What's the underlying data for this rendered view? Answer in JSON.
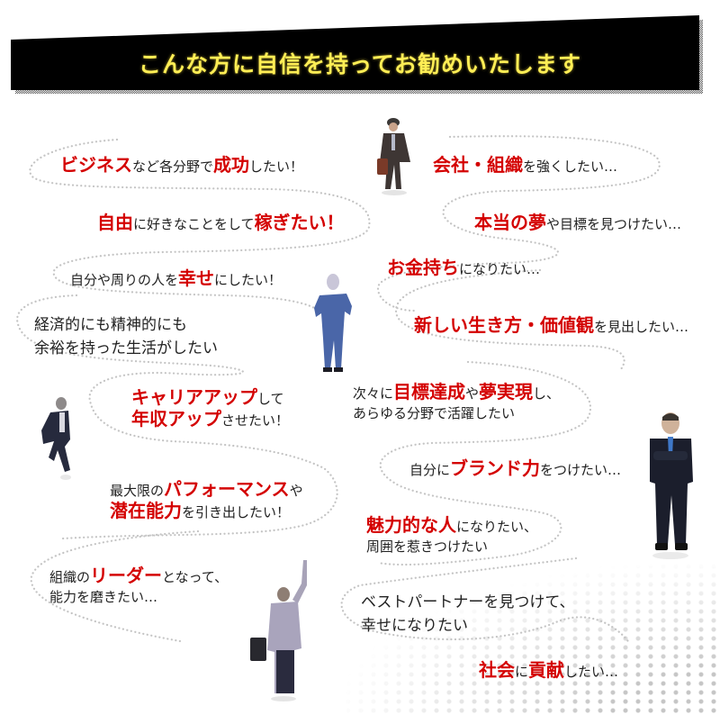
{
  "banner": {
    "title": "こんな方に自信を持ってお勧めいたします",
    "background": "#000000",
    "text_color": "#ffee55"
  },
  "accent_color": "#d40000",
  "messages": [
    {
      "id": "business",
      "parts": [
        {
          "t": "ビジネス",
          "hl": true
        },
        {
          "t": "など各分野で"
        },
        {
          "t": "成功",
          "hl": true
        },
        {
          "t": "したい！"
        }
      ]
    },
    {
      "id": "company",
      "parts": [
        {
          "t": "会社・組織",
          "hl": true
        },
        {
          "t": "を強くしたい…"
        }
      ]
    },
    {
      "id": "freedom",
      "parts": [
        {
          "t": "自由",
          "hl": true
        },
        {
          "t": "に好きなことをして"
        },
        {
          "t": "稼ぎたい！",
          "hl": true
        }
      ]
    },
    {
      "id": "dream",
      "parts": [
        {
          "t": "本当の夢",
          "hl": true
        },
        {
          "t": "や目標を見つけたい…"
        }
      ]
    },
    {
      "id": "happiness",
      "parts": [
        {
          "t": "自分や周りの人を"
        },
        {
          "t": "幸せ",
          "hl": true
        },
        {
          "t": "にしたい！"
        }
      ]
    },
    {
      "id": "rich",
      "parts": [
        {
          "t": "お金持ち",
          "hl": true
        },
        {
          "t": "になりたい…"
        }
      ]
    },
    {
      "id": "comfort",
      "lines": [
        "経済的にも精神的にも",
        "余裕を持った生活がしたい"
      ]
    },
    {
      "id": "newlife",
      "parts": [
        {
          "t": "新しい生き方・価値観",
          "hl": true
        },
        {
          "t": "を見出したい…"
        }
      ]
    },
    {
      "id": "career",
      "line1": [
        {
          "t": "キャリアアップ",
          "hl": true
        },
        {
          "t": "して"
        }
      ],
      "line2": [
        {
          "t": "年収アップ",
          "hl": true
        },
        {
          "t": "させたい！"
        }
      ]
    },
    {
      "id": "goals",
      "line1": [
        {
          "t": "次々に"
        },
        {
          "t": "目標達成",
          "hl": true
        },
        {
          "t": "や"
        },
        {
          "t": "夢実現",
          "hl": true
        },
        {
          "t": "し、"
        }
      ],
      "line2": [
        {
          "t": "あらゆる分野で活躍したい"
        }
      ]
    },
    {
      "id": "brand",
      "parts": [
        {
          "t": "自分に"
        },
        {
          "t": "ブランド力",
          "hl": true
        },
        {
          "t": "をつけたい…"
        }
      ]
    },
    {
      "id": "performance",
      "line1": [
        {
          "t": "最大限の"
        },
        {
          "t": "パフォーマンス",
          "hl": true
        },
        {
          "t": "や"
        }
      ],
      "line2": [
        {
          "t": "潜在能力",
          "hl": true
        },
        {
          "t": "を引き出したい！"
        }
      ]
    },
    {
      "id": "charm",
      "line1": [
        {
          "t": "魅力的な人",
          "hl": true
        },
        {
          "t": "になりたい、"
        }
      ],
      "line2": [
        {
          "t": "周囲を惹きつけたい"
        }
      ]
    },
    {
      "id": "leader",
      "line1": [
        {
          "t": "組織の"
        },
        {
          "t": "リーダー",
          "hl": true
        },
        {
          "t": "となって、"
        }
      ],
      "line2": [
        {
          "t": "能力を磨きたい…"
        }
      ]
    },
    {
      "id": "partner",
      "lines": [
        "ベストパートナーを見つけて、",
        "幸せになりたい"
      ]
    },
    {
      "id": "society",
      "parts": [
        {
          "t": "社会",
          "hl": true
        },
        {
          "t": "に"
        },
        {
          "t": "貢献",
          "hl": true
        },
        {
          "t": "したい…"
        }
      ]
    }
  ],
  "figures": [
    {
      "id": "walking-man-briefcase",
      "icon": "businessman-figure"
    },
    {
      "id": "back-view-man",
      "icon": "businessman-figure"
    },
    {
      "id": "running-man",
      "icon": "businessman-figure"
    },
    {
      "id": "arms-crossed-man",
      "icon": "businessman-figure"
    },
    {
      "id": "pointing-man",
      "icon": "businessman-figure"
    }
  ]
}
